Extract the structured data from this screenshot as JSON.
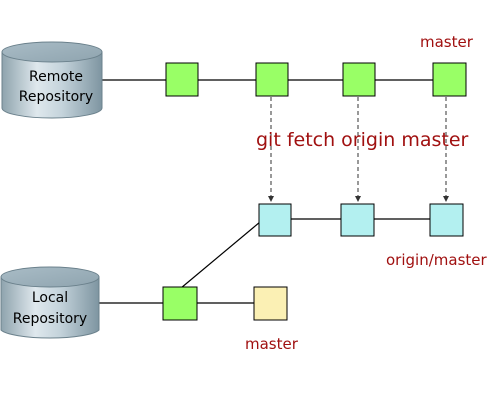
{
  "repositories": {
    "remote": {
      "line1": "Remote",
      "line2": "Repository"
    },
    "local": {
      "line1": "Local",
      "line2": "Repository"
    }
  },
  "labels": {
    "remote_master": "master",
    "command": "git fetch origin master",
    "origin_master": "origin/master",
    "local_master": "master"
  },
  "colors": {
    "remote_commit": "#99ff66",
    "fetched_commit": "#b3f0f0",
    "local_master_commit": "#fbf0b4",
    "label_red": "#a01010",
    "cylinder": "#8fa6b3"
  },
  "icons": {
    "repository": "database-cylinder-icon",
    "commit": "square-commit-icon",
    "fetch_arrow": "dashed-down-arrow-icon"
  }
}
